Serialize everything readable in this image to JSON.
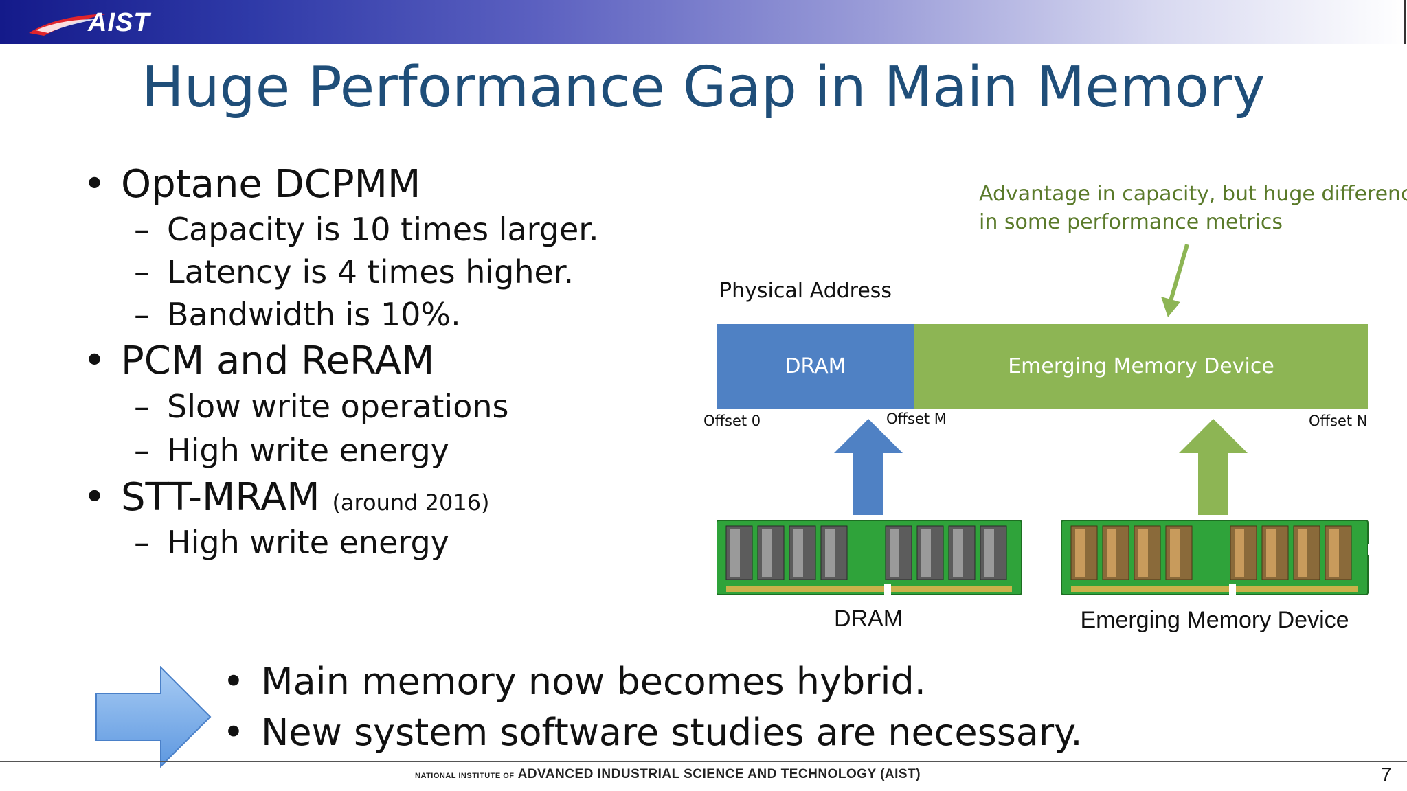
{
  "header": {
    "logo_text": "AIST",
    "colors": {
      "gradient_start": "#141a8a",
      "gradient_end": "#ffffff",
      "logo_swoosh": "#e0242b"
    }
  },
  "slide": {
    "title": "Huge Performance Gap in Main Memory",
    "title_color": "#1f4e79",
    "bullets": [
      {
        "text": "Optane DCPMM",
        "sub": [
          "Capacity is 10 times larger.",
          "Latency is 4 times higher.",
          "Bandwidth is 10%."
        ]
      },
      {
        "text": "PCM and ReRAM",
        "sub": [
          "Slow write operations",
          "High write energy"
        ]
      },
      {
        "text": "STT-MRAM",
        "note": "(around 2016)",
        "sub": [
          "High write energy"
        ]
      }
    ],
    "diagram": {
      "annotation_line1": "Advantage in capacity, but huge difference",
      "annotation_line2": "in some performance metrics",
      "address_label": "Physical Address",
      "segments": [
        "DRAM",
        "Emerging Memory Device"
      ],
      "offsets": [
        "Offset 0",
        "Offset M",
        "Offset N"
      ],
      "modules": [
        "DRAM",
        "Emerging Memory Device"
      ],
      "colors": {
        "dram": "#4f81c4",
        "emerging": "#8db554",
        "annotation": "#5a7a2a"
      }
    },
    "conclusion": [
      "Main memory now becomes hybrid.",
      "New system software studies are necessary."
    ]
  },
  "footer": {
    "prefix": "NATIONAL INSTITUTE OF",
    "text": "ADVANCED INDUSTRIAL SCIENCE AND TECHNOLOGY",
    "suffix": "(AIST)",
    "page_number": "7"
  }
}
